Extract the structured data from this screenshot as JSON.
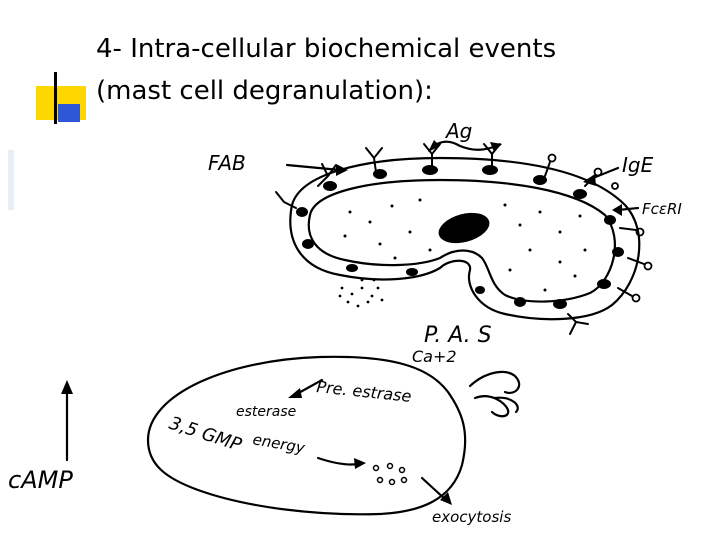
{
  "slide": {
    "title_line1": "4- Intra-cellular biochemical events",
    "title_line2": "(mast cell  degranulation):"
  },
  "diagram": {
    "labels": {
      "ag": "Ag",
      "fab": "FAB",
      "ige": "IgE",
      "fc_receptor": "FcεRI",
      "pas": "P. A. S",
      "calcium": "Ca+2",
      "pre_esterase": "Pre. estrase",
      "esterase": "esterase",
      "energy": "energy",
      "cgmp": "3,5 GMP",
      "camp": "cAMP",
      "exocytosis": "exocytosis"
    }
  },
  "colors": {
    "accent_yellow": "#FFD700",
    "accent_blue": "#2E57D6",
    "ink": "#000000"
  }
}
